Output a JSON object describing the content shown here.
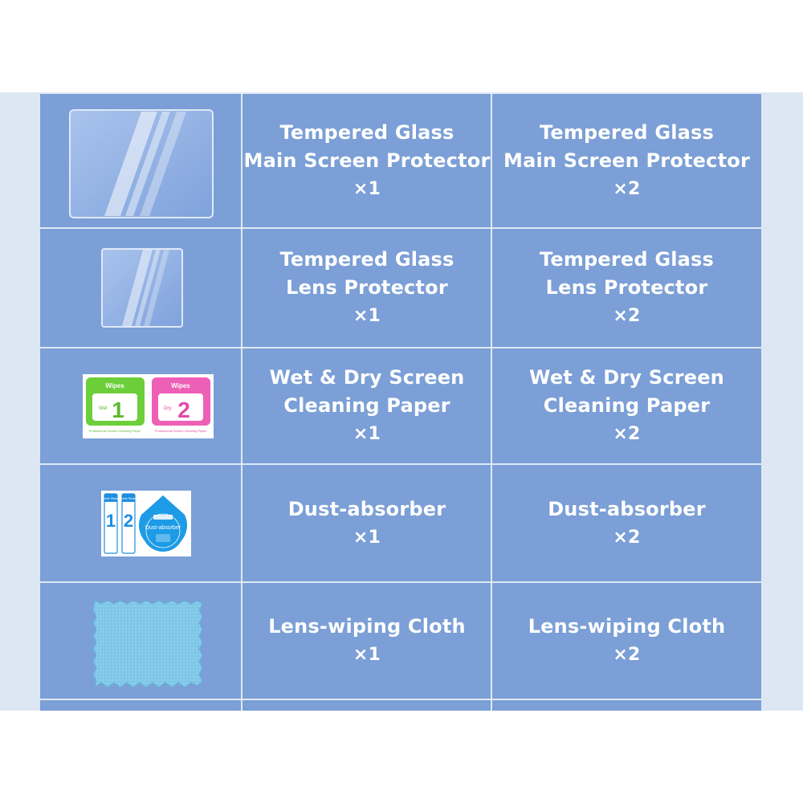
{
  "rows": [
    {
      "image": "main-screen-protector-glass",
      "col1": {
        "line1": "Tempered Glass",
        "line2": "Main Screen Protector",
        "qty": "×1"
      },
      "col2": {
        "line1": "Tempered Glass",
        "line2": "Main Screen Protector",
        "qty": "×2"
      }
    },
    {
      "image": "lens-protector-glass",
      "col1": {
        "line1": "Tempered Glass",
        "line2": "Lens Protector",
        "qty": "×1"
      },
      "col2": {
        "line1": "Tempered Glass",
        "line2": "Lens Protector",
        "qty": "×2"
      }
    },
    {
      "image": "wet-dry-wipes",
      "wipes": {
        "title1": "Wipes",
        "title2": "Wipes",
        "num1": "1",
        "num2": "2",
        "tag1": "Wet",
        "tag2": "Dry",
        "caption": "Professional Screen Cleaning Paper"
      },
      "col1": {
        "line1": "Wet & Dry Screen",
        "line2": "Cleaning Paper",
        "qty": "×1"
      },
      "col2": {
        "line1": "Wet & Dry Screen",
        "line2": "Cleaning Paper",
        "qty": "×2"
      }
    },
    {
      "image": "dust-absorber-stickers",
      "dust": {
        "label": "Dust-absorber",
        "strip1": "Guide Sticker",
        "strip2": "Guide Sticker"
      },
      "col1": {
        "line1": "Dust-absorber",
        "qty": "×1"
      },
      "col2": {
        "line1": "Dust-absorber",
        "qty": "×2"
      }
    },
    {
      "image": "lens-wiping-cloth",
      "col1": {
        "line1": "Lens-wiping Cloth",
        "qty": "×1"
      },
      "col2": {
        "line1": "Lens-wiping Cloth",
        "qty": "×2"
      }
    }
  ],
  "colors": {
    "panel": "#7b9fd6",
    "lines": "#eaf1fb",
    "text": "#ffffff",
    "side": "#dde7f4"
  }
}
